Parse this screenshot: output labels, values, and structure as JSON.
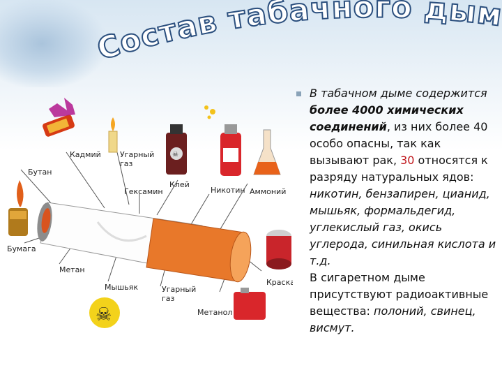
{
  "slide": {
    "title": "Состав табачного дыма"
  },
  "illustration": {
    "labels": {
      "cadmium": "Кадмий",
      "co_top_1": "Угарный",
      "co_top_2": "газ",
      "glue": "Клей",
      "butane": "Бутан",
      "hexamine": "Гексамин",
      "nicotine": "Никотин",
      "ammonia": "Аммоний",
      "paper": "Бумага",
      "methane": "Метан",
      "arsenic": "Мышьяк",
      "co_bottom_1": "Угарный",
      "co_bottom_2": "газ",
      "methanol": "Метанол",
      "paint": "Краска"
    }
  },
  "text": {
    "p1_a": "В табачном дыме содержится ",
    "p1_b": "более 4000 химических соединений",
    "p1_c": ",",
    "p1_d": " из них более 40 особо опасны, так как вызывают рак, ",
    "p1_num": "30",
    "p1_e": " относятся к разряду натуральных ядов: ",
    "p1_f": "никотин, бензапирен, цианид, мышьяк, формальдегид, углекислый газ, окись углерода, синильная кислота и т.д.",
    "p2_a": "В сигаретном дыме присутствуют радиоактивные вещества: ",
    "p2_b": "полоний, свинец, висмут."
  },
  "colors": {
    "title_fill": "#ffffff",
    "title_stroke": "#2b4f7e",
    "accent_red": "#c0161b",
    "bullet": "#8aa3b8",
    "filter": "#e8782a"
  }
}
